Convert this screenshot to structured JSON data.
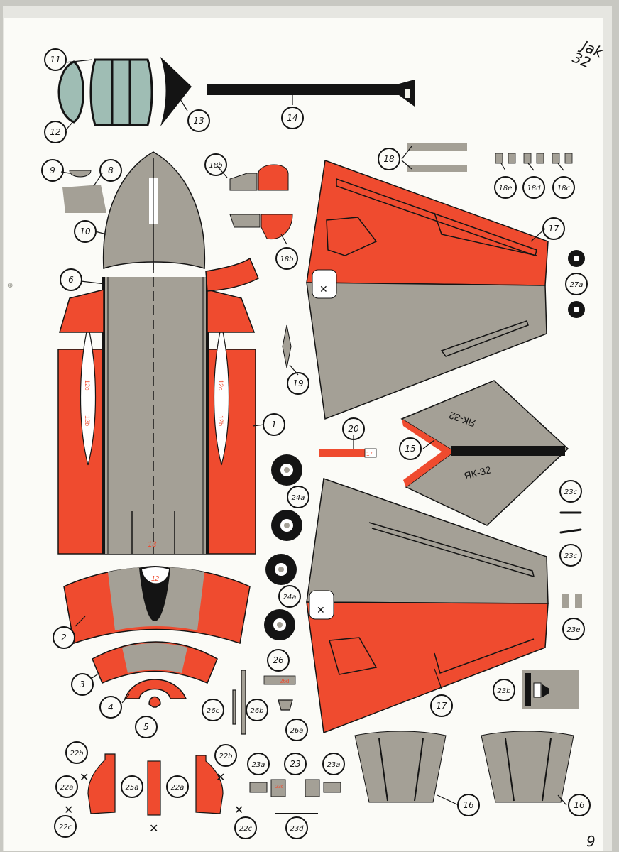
{
  "sheet": {
    "model_name": "Jak",
    "model_number": "32",
    "page_number": "9",
    "colors": {
      "paper": "#fbfbf7",
      "red": "#ef4b2f",
      "grey": "#a4a096",
      "canopy": "#9fbdb4",
      "ink": "#141414"
    }
  },
  "part_labels": {
    "p1": "1",
    "p2": "2",
    "p3": "3",
    "p4": "4",
    "p5": "5",
    "p6": "6",
    "p8": "8",
    "p9": "9",
    "p10": "10",
    "p11": "11",
    "p12": "12",
    "p13": "13",
    "p14": "14",
    "p15": "15",
    "p16a": "16",
    "p16b": "16",
    "p17a": "17",
    "p17b": "17",
    "p18": "18",
    "p18b_top": "18b",
    "p18b_bottom": "18b",
    "p18c": "18c",
    "p18d": "18d",
    "p18e": "18e",
    "p19": "19",
    "p20": "20",
    "p22a_left": "22a",
    "p22a_right": "22a",
    "p22b_left": "22b",
    "p22b_right": "22b",
    "p22c_left": "22c",
    "p22c_right": "22c",
    "p23": "23",
    "p23a_left": "23a",
    "p23a_right": "23a",
    "p23b": "23b",
    "p23c_top": "23c",
    "p23c_bottom": "23c",
    "p23d": "23d",
    "p23e": "23e",
    "p24a_top": "24a",
    "p24a_bottom": "24a",
    "p25a": "25a",
    "p26": "26",
    "p26a": "26a",
    "p26b": "26b",
    "p26c": "26c",
    "p27a": "27a"
  },
  "printed_marks": {
    "fuselage_12_mark": "12",
    "fuselage_13_mark": "13",
    "wing_registration_top": "ЯК-32",
    "wing_registration_bottom": "ЯК-32",
    "strip_mark_20": "17",
    "strip_mark_26": "26d",
    "tab_12c": "12c",
    "tab_12b": "12b",
    "tab_16": "16",
    "tab_23": "23c"
  }
}
